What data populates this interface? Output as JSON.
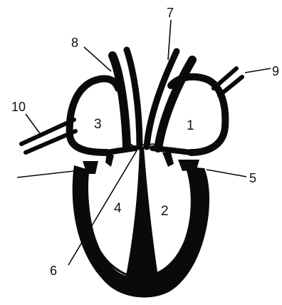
{
  "diagram": {
    "chamber_numbers": {
      "c1": "1",
      "c2": "2",
      "c3": "3",
      "c4": "4"
    },
    "callouts": {
      "l5": "5",
      "l6": "6",
      "l7": "7",
      "l8": "8",
      "l9": "9",
      "l10": "10"
    }
  }
}
